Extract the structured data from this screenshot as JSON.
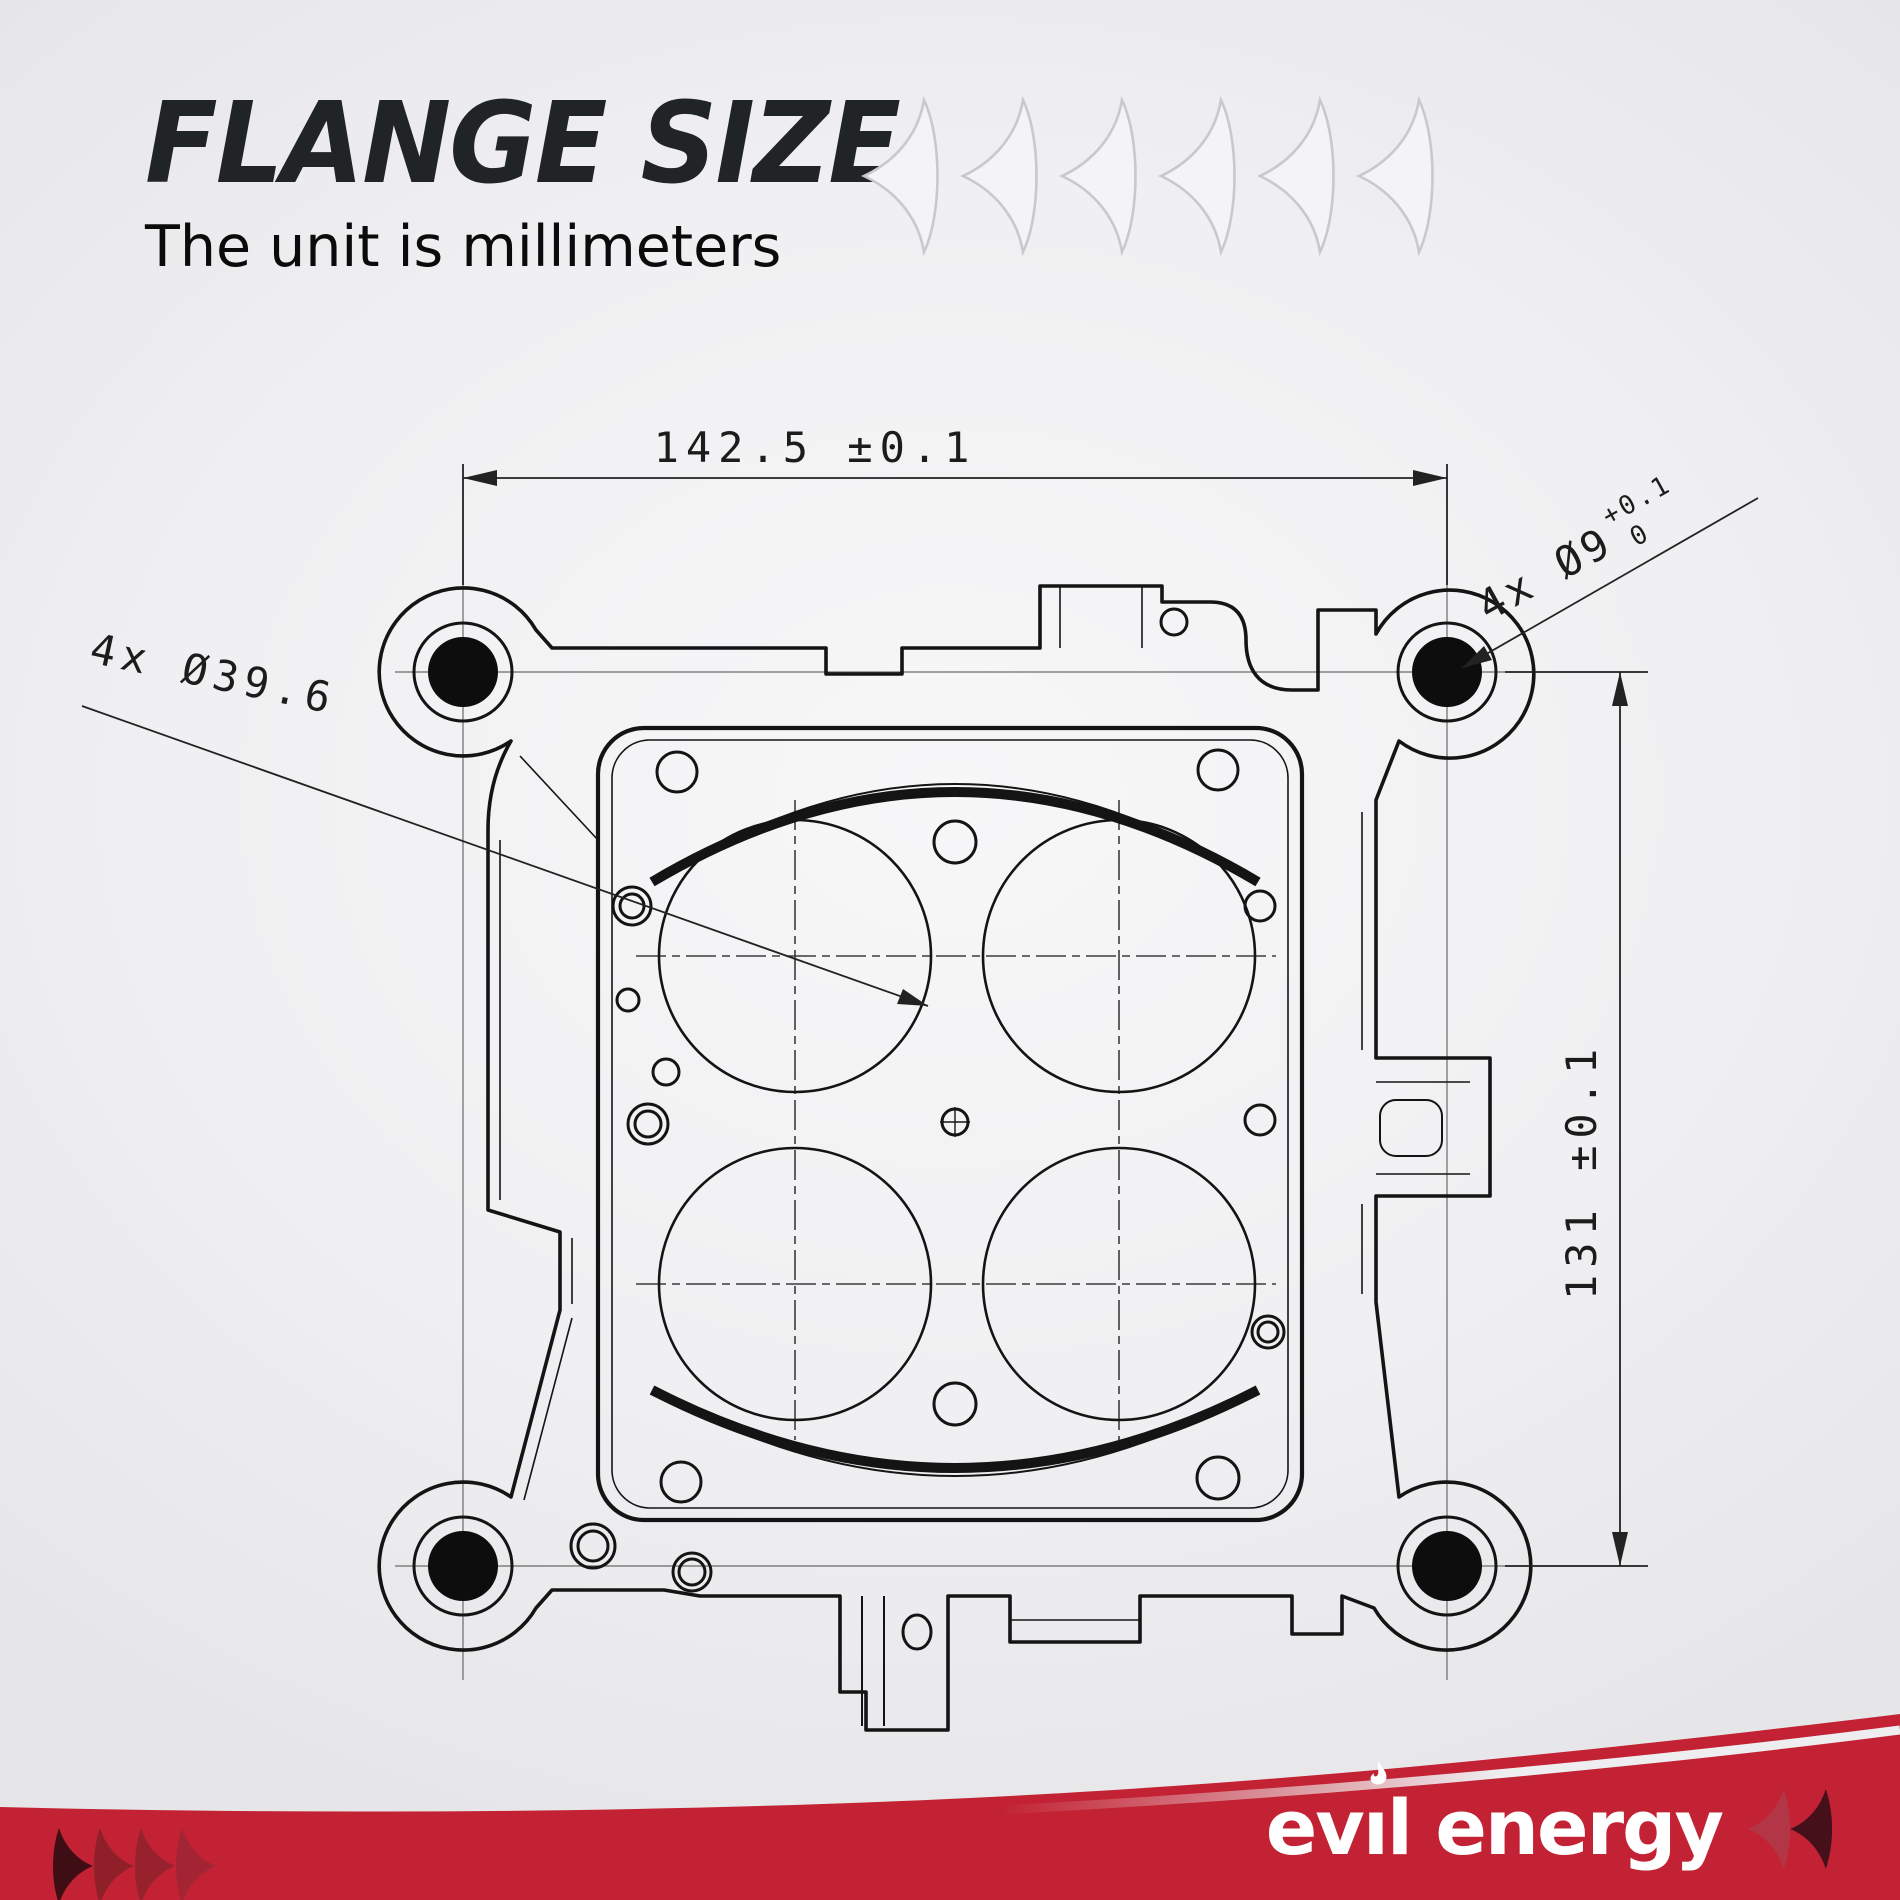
{
  "header": {
    "title": "FLANGE SIZE",
    "subtitle": "The unit is millimeters"
  },
  "drawing": {
    "dim_width": "142.5 ±0.1",
    "dim_height": "131 ±0.1",
    "label_holes": {
      "text": "4x Ø9",
      "tol_upper": "+0.1",
      "tol_lower": "0"
    },
    "label_bores": "4x Ø39.6"
  },
  "footer": {
    "brand": "evil energy"
  },
  "colors": {
    "accent_red": "#c22233",
    "dark_arrow": "#45101a",
    "mid_arrow": "#8f2029",
    "line": "#141414",
    "deco_arrow_stroke": "#c9c9cd",
    "title_color": "#212425"
  }
}
